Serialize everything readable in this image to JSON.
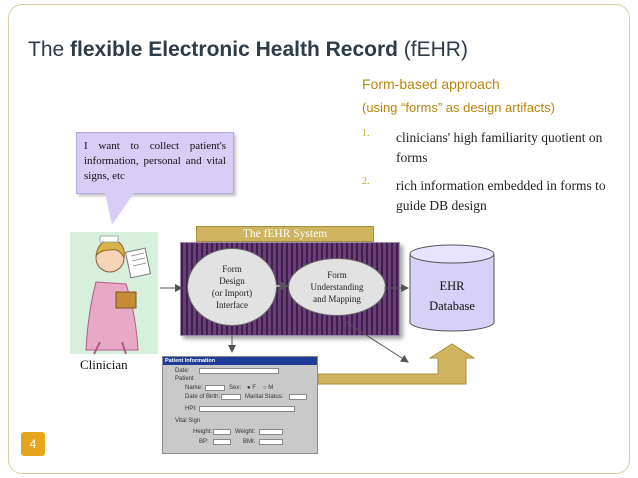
{
  "slide": {
    "title_prefix": "The ",
    "title_bold": "flexible Electronic Health Record",
    "title_suffix": " (fEHR)",
    "heading1": "Form-based approach",
    "heading2": "(using “forms” as design artifacts)",
    "list": [
      {
        "num": "1.",
        "text": "clinicians' high familiarity quotient on forms"
      },
      {
        "num": "2.",
        "text": "rich information embedded in forms to guide DB design"
      }
    ],
    "page_number": "4"
  },
  "diagram": {
    "bubble_text": "I want to collect patient's information, personal and vital signs, etc",
    "clinician_label": "Clinician",
    "system_title": "The fEHR System",
    "ellipse1": [
      "Form",
      "Design",
      "(or Import)",
      "Interface"
    ],
    "ellipse2": [
      "Form",
      "Understanding",
      "and Mapping"
    ],
    "db_label": [
      "EHR",
      "Database"
    ],
    "colors": {
      "system_bg": "#4b2a5a",
      "title_bar": "#cfb35e",
      "db_fill": "#d7d0f8",
      "arrow": "#cfb35e"
    }
  },
  "form": {
    "header": "Patient Information",
    "date": "Date:",
    "patient": "Patient",
    "name": "Name:",
    "sex": "Sex:",
    "sex_f": "F",
    "sex_m": "M",
    "dob": "Date of Birth:",
    "marital": "Marital Status:",
    "hpi": "HPI:",
    "vital": "Vital Sign",
    "height": "Height:",
    "weight": "Weight:",
    "bp": "BP:",
    "bmi": "BMI:"
  }
}
